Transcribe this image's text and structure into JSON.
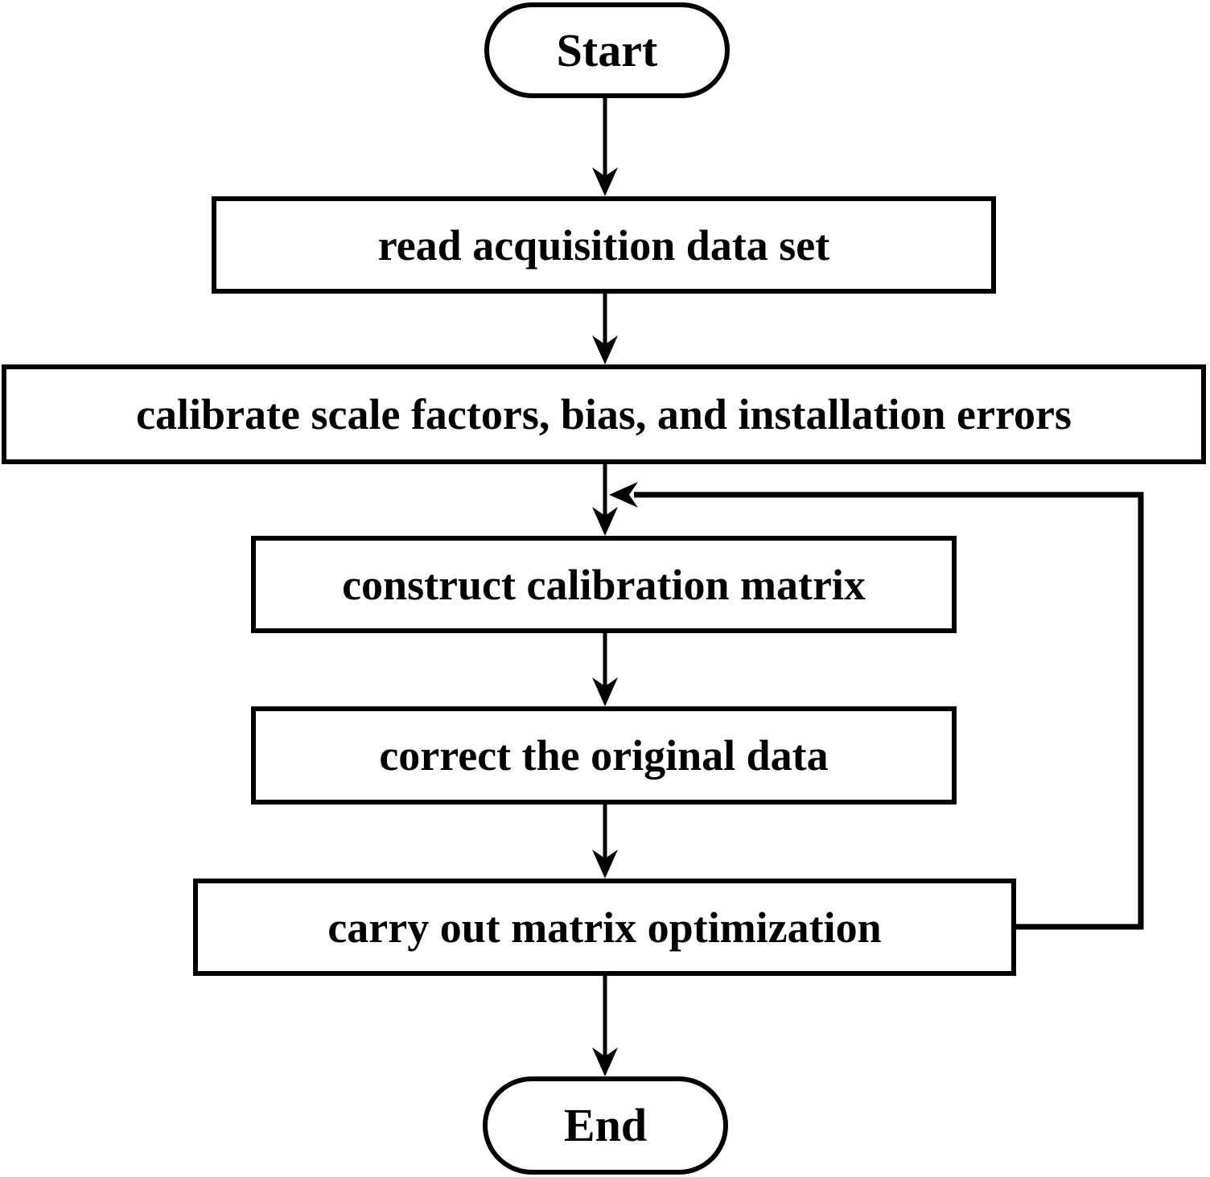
{
  "diagram": {
    "type": "flowchart",
    "colors": {
      "stroke": "#000000",
      "fill": "#ffffff",
      "text": "#000000"
    },
    "nodes": [
      {
        "id": "start",
        "shape": "terminator",
        "label": "Start"
      },
      {
        "id": "read",
        "shape": "process",
        "label": "read acquisition data set"
      },
      {
        "id": "calibrate",
        "shape": "process",
        "label": "calibrate scale factors, bias, and installation errors"
      },
      {
        "id": "construct",
        "shape": "process",
        "label": "construct calibration matrix"
      },
      {
        "id": "correct",
        "shape": "process",
        "label": "correct the original data"
      },
      {
        "id": "optimize",
        "shape": "process",
        "label": "carry out matrix optimization"
      },
      {
        "id": "end",
        "shape": "terminator",
        "label": "End"
      }
    ],
    "edges": [
      {
        "from": "start",
        "to": "read",
        "style": "arrow-down"
      },
      {
        "from": "read",
        "to": "calibrate",
        "style": "arrow-down"
      },
      {
        "from": "calibrate",
        "to": "construct",
        "style": "arrow-down"
      },
      {
        "from": "construct",
        "to": "correct",
        "style": "arrow-down"
      },
      {
        "from": "correct",
        "to": "optimize",
        "style": "arrow-down"
      },
      {
        "from": "optimize",
        "to": "end",
        "style": "arrow-down"
      },
      {
        "from": "optimize",
        "to": "construct",
        "style": "feedback-loop-right-side",
        "joins": "line between calibrate and construct"
      }
    ]
  }
}
